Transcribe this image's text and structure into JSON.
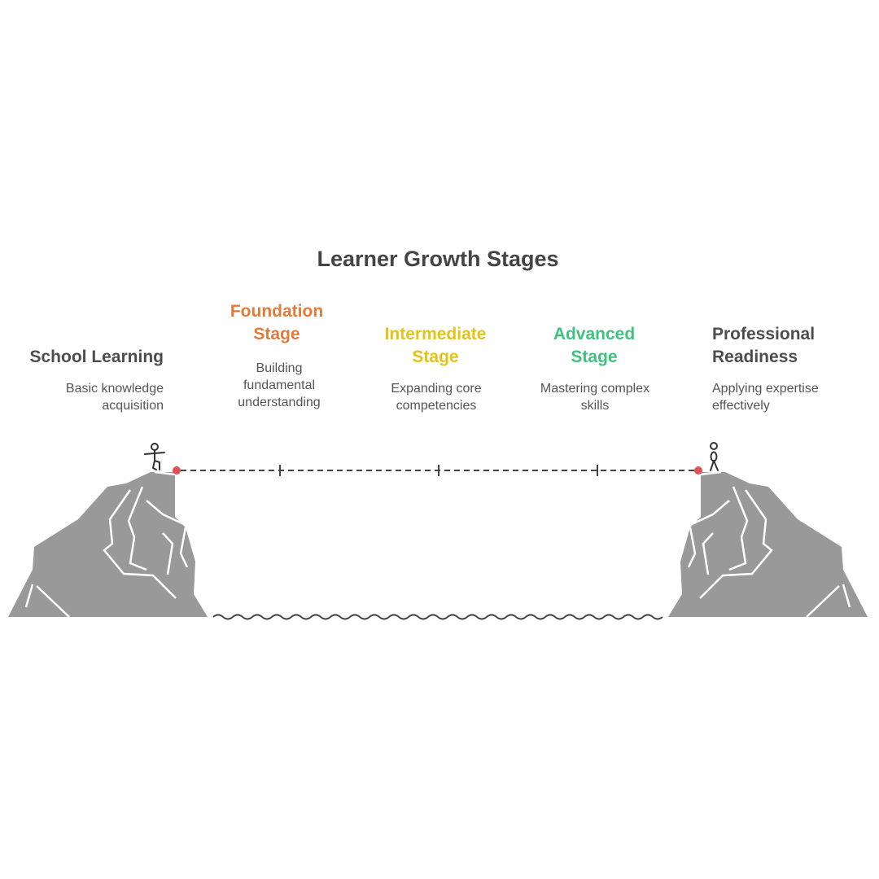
{
  "title": "Learner Growth Stages",
  "colors": {
    "school": "#4d4d4d",
    "foundation": "#e07b39",
    "intermediate": "#e6c219",
    "advanced": "#3ec27d",
    "professional": "#4d4d4d",
    "cliff": "#999999",
    "endpoint": "#e05252"
  },
  "stages": [
    {
      "id": "school",
      "label": "School Learning",
      "description": "Basic knowledge acquisition"
    },
    {
      "id": "foundation",
      "label": "Foundation Stage",
      "description": "Building fundamental understanding"
    },
    {
      "id": "intermediate",
      "label": "Intermediate Stage",
      "description": "Expanding core competencies"
    },
    {
      "id": "advanced",
      "label": "Advanced Stage",
      "description": "Mastering complex skills"
    },
    {
      "id": "professional",
      "label": "Professional Readiness",
      "description": "Applying expertise effectively"
    }
  ],
  "icons": {
    "start_figure": "person-balancing-icon",
    "end_figure": "person-standing-icon"
  }
}
